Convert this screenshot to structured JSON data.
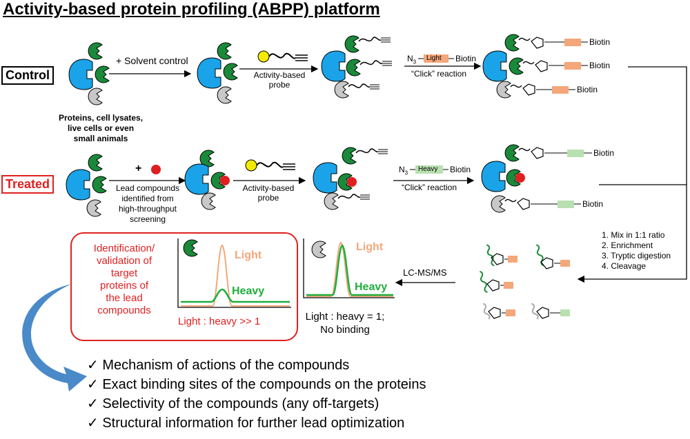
{
  "title": "Activity-based protein profiling (ABPP) platform",
  "labels": {
    "control": "Control",
    "treated": "Treated"
  },
  "control": {
    "step1": "+ Solvent control",
    "step2_line1": "Activity-based",
    "step2_line2": "probe",
    "step3_n3": "N",
    "step3_sub": "3",
    "step3_tag": "Light",
    "step3_biotin": "Biotin",
    "step3_label": "“Click” reaction",
    "product_biotin": "Biotin"
  },
  "source_text": [
    "Proteins, cell lysates,",
    "live cells or even",
    "small animals"
  ],
  "treated": {
    "plus": "+",
    "lead_text": [
      "Lead compounds",
      "identified from",
      "high-throughput",
      "screening"
    ],
    "step2_line1": "Activity-based",
    "step2_line2": "probe",
    "step3_n3": "N",
    "step3_sub": "3",
    "step3_tag": "Heavy",
    "step3_biotin": "Biotin",
    "step3_label": "“Click” reaction",
    "product_biotin": "Biotin"
  },
  "steps": [
    "1. Mix in 1:1 ratio",
    "2. Enrichment",
    "3. Tryptic digestion",
    "4. Cleavage"
  ],
  "lcms": "LC-MS/MS",
  "result_box": {
    "text": [
      "Identification/",
      "validation of",
      "target",
      "proteins of",
      "the lead",
      "compounds"
    ],
    "ratio": "Light : heavy >> 1"
  },
  "plot_labels": {
    "light": "Light",
    "heavy": "Heavy"
  },
  "nobinding": {
    "ratio": "Light : heavy = 1;",
    "note": "No binding"
  },
  "outcomes": [
    "✓ Mechanism of actions of the compounds",
    "✓ Exact binding sites of the compounds on the proteins",
    "✓ Selectivity of the compounds (any off-targets)",
    "✓ Structural information for further lead optimization"
  ],
  "colors": {
    "blue": "#1aa3e8",
    "green": "#1a8a3a",
    "gray": "#bdbdbd",
    "red": "#e02020",
    "yellow": "#f2ea00",
    "light_tag": "#f4a77a",
    "heavy_tag": "#b9e0b0",
    "arrow_blue": "#4a8ac8"
  }
}
